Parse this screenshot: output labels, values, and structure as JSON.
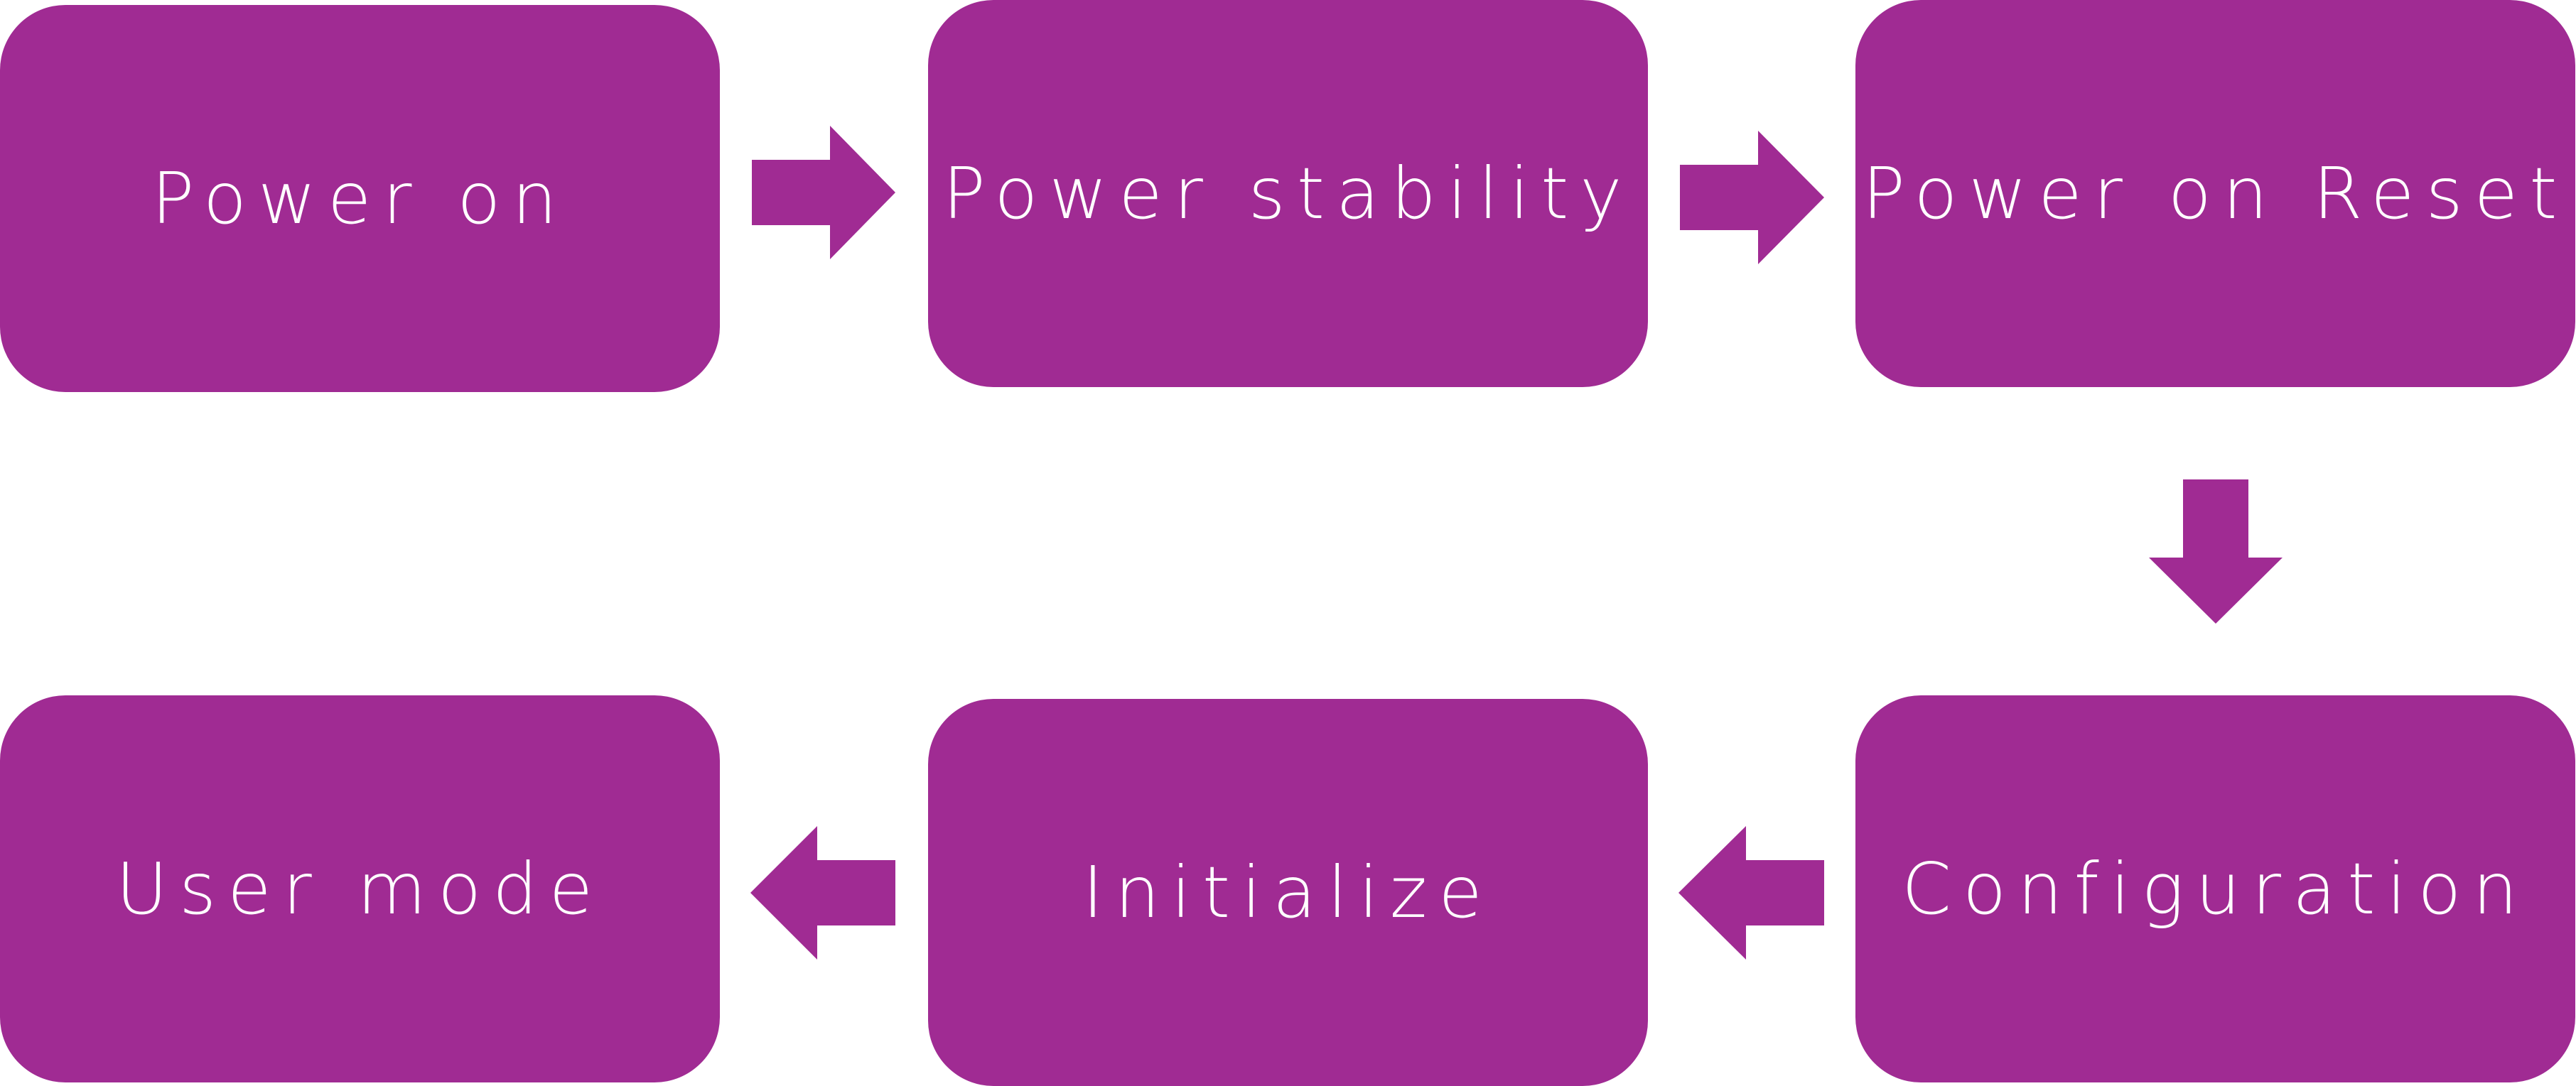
{
  "diagram": {
    "node_color": "#a02b93",
    "steps": [
      {
        "label": "Power on"
      },
      {
        "label": "Power stability"
      },
      {
        "label": "Power on Reset"
      },
      {
        "label": "Configuration"
      },
      {
        "label": "Initialize"
      },
      {
        "label": "User mode"
      }
    ],
    "arrows": [
      {
        "from": "Power on",
        "to": "Power stability",
        "direction": "right"
      },
      {
        "from": "Power stability",
        "to": "Power on Reset",
        "direction": "right"
      },
      {
        "from": "Power on Reset",
        "to": "Configuration",
        "direction": "down"
      },
      {
        "from": "Configuration",
        "to": "Initialize",
        "direction": "left"
      },
      {
        "from": "Initialize",
        "to": "User mode",
        "direction": "left"
      }
    ]
  }
}
